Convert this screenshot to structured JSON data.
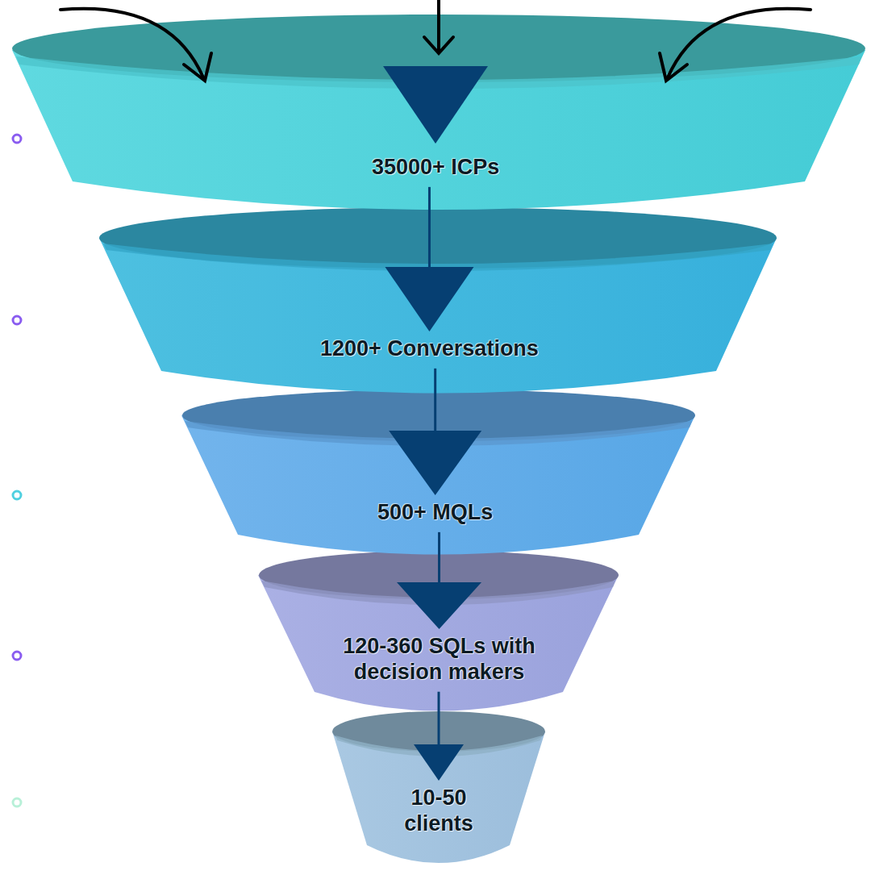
{
  "diagram": {
    "nodes": [
      {
        "text": [
          "35000+ ICPs"
        ]
      },
      {
        "text": [
          "1200+ Conversations"
        ]
      },
      {
        "text": [
          "500+ MQLs"
        ]
      },
      {
        "text": [
          "120-360 SQLs with decision makers"
        ]
      },
      {
        "text": [
          "10-50 clients"
        ]
      }
    ],
    "edges": [
      {
        "from": 0,
        "to": 1,
        "arrow": "to"
      },
      {
        "from": 1,
        "to": 2,
        "arrow": "to"
      },
      {
        "from": 2,
        "to": 3,
        "arrow": "to"
      },
      {
        "from": 3,
        "to": 4,
        "arrow": "to"
      }
    ]
  }
}
